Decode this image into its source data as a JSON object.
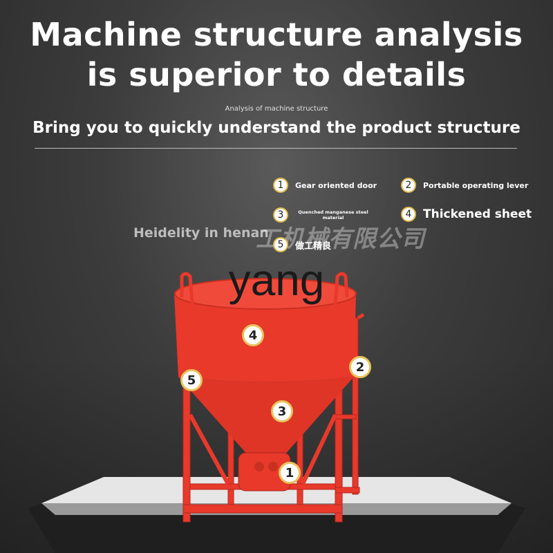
{
  "headline": {
    "line1": "Machine structure analysis",
    "line2": "is superior to details"
  },
  "small_caption": "Analysis of machine structure",
  "subtitle": "Bring you to quickly understand the product structure",
  "legend": [
    {
      "num": "1",
      "label": "Gear oriented door"
    },
    {
      "num": "2",
      "label": "Portable operating lever"
    },
    {
      "num": "3",
      "label": "Quenched manganese steel material"
    },
    {
      "num": "4",
      "label": "Thickened sheet"
    },
    {
      "num": "5",
      "label": "做工精良"
    }
  ],
  "watermark": {
    "left_text": "Heidelity in henan",
    "cn_text": "工机械有限公司",
    "overlay": "yang"
  },
  "markers": [
    "4",
    "5",
    "2",
    "3",
    "1"
  ],
  "colors": {
    "bucket_red": "#e8392b",
    "marker_border": "#e9c35a",
    "background": "#3c3c3c"
  }
}
